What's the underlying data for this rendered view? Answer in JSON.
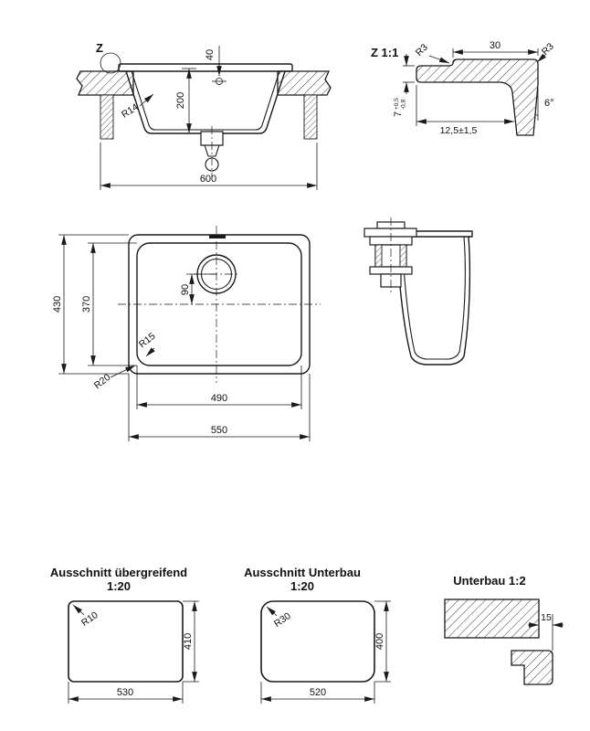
{
  "drawing": {
    "type": "technical-drawing-sink",
    "line_color": "#1a1a1a",
    "background": "#ffffff"
  },
  "section": {
    "z": "Z",
    "d40": "40",
    "d200": "200",
    "r14": "R14",
    "d600": "600"
  },
  "detail": {
    "title": "Z 1:1",
    "d30": "30",
    "r3_left": "R3",
    "r3_right": "R3",
    "angle": "6°",
    "d7": "7",
    "tol_plus": "+0,5",
    "tol_minus": "-0,8",
    "d125": "12,5±1,5"
  },
  "plan": {
    "d430": "430",
    "d370": "370",
    "d90": "90",
    "r15": "R15",
    "r20": "R20",
    "d490": "490",
    "d550": "550"
  },
  "cutout_overlap": {
    "title": "Ausschnitt übergreifend",
    "scale": "1:20",
    "r10": "R10",
    "d410": "410",
    "d530": "530"
  },
  "cutout_under": {
    "title": "Ausschnitt Unterbau",
    "scale": "1:20",
    "r30": "R30",
    "d400": "400",
    "d520": "520"
  },
  "underbau": {
    "title": "Unterbau 1:2",
    "d15": "15"
  }
}
